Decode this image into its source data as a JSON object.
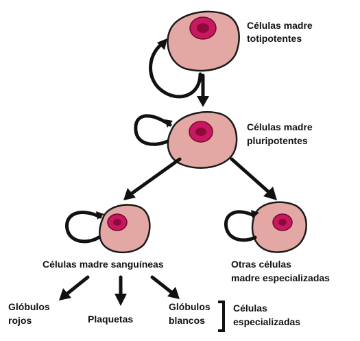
{
  "colors": {
    "cytoplasm": "#e3a8a3",
    "nucleus": "#c8185f",
    "nucleolus": "#8e0a3c",
    "outline": "#1a1a1a",
    "arrow": "#111111"
  },
  "icons": [
    "totipotent-cell-icon",
    "pluripotent-cell-icon",
    "blood-stem-cell-icon",
    "specialized-stem-cell-icon"
  ],
  "labels": {
    "totipotent": [
      "Células madre",
      "totipotentes"
    ],
    "pluripotent": [
      "Células madre",
      "pluripotentes"
    ],
    "blood_stem": [
      "Células madre sanguíneas"
    ],
    "other_specialized": [
      "Otras células",
      "madre especializadas"
    ],
    "red_cells": [
      "Glóbulos",
      "rojos"
    ],
    "platelets": [
      "Plaquetas"
    ],
    "white_cells": [
      "Glóbulos",
      "blancos"
    ],
    "specialized_cells": [
      "Células",
      "especializadas"
    ]
  }
}
